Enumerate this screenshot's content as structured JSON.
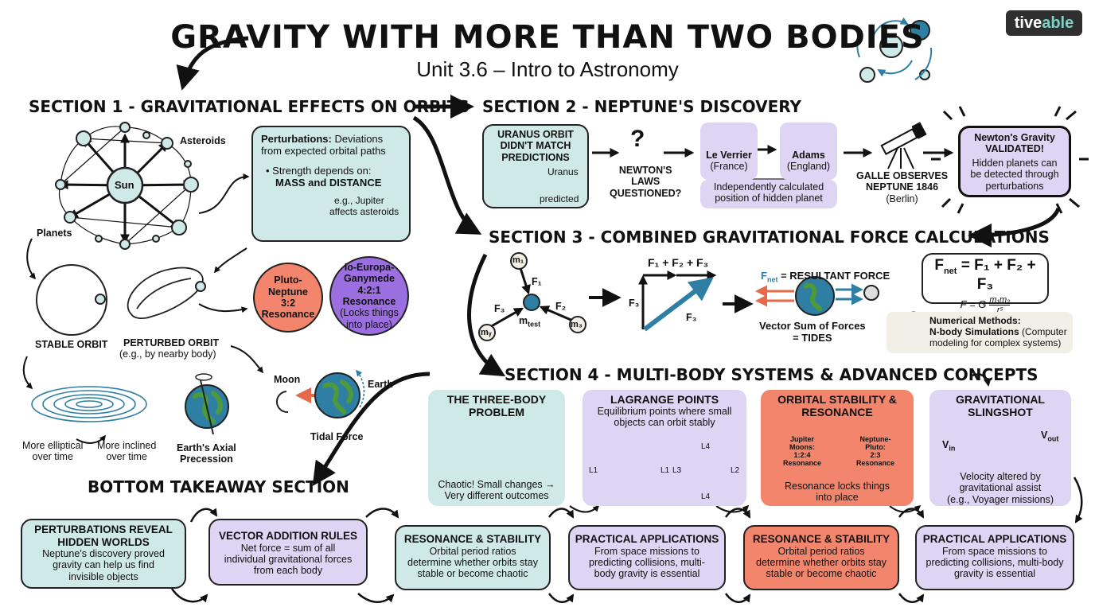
{
  "header": {
    "title": "GRAVITY WITH MORE THAN TWO BODIES",
    "subtitle": "Unit 3.6 – Intro to Astronomy",
    "brand_a": "tive",
    "brand_b": "able"
  },
  "section1": {
    "heading": "SECTION 1 - GRAVITATIONAL EFFECTS ON ORBITS",
    "sun": "Sun",
    "asteroids": "Asteroids",
    "planets": "Planets",
    "perturb_title": "Perturbations:",
    "perturb_text1": "Deviations",
    "perturb_text2": "from expected orbital paths",
    "strength": "• Strength depends on:",
    "mass_distance": "MASS and DISTANCE",
    "jupiter_example1": "e.g., Jupiter",
    "jupiter_example2": "affects asteroids",
    "stable_orbit": "STABLE ORBIT",
    "perturbed_orbit": "PERTURBED ORBIT",
    "perturbed_sub": "(e.g., by nearby body)",
    "pluto1": "Pluto-",
    "pluto2": "Neptune",
    "pluto3": "3:2",
    "pluto4": "Resonance",
    "io1": "Io-Europa-",
    "io2": "Ganymede",
    "io3": "4:2:1 Resonance",
    "io4": "(Locks things",
    "io5": "into place)",
    "elliptical1": "More elliptical",
    "elliptical2": "over time",
    "inclined1": "More inclined",
    "inclined2": "over time",
    "precession1": "Earth's Axial",
    "precession2": "Precession",
    "moon": "Moon",
    "earth": "Earth",
    "tidal": "Tidal Force"
  },
  "section2": {
    "heading": "SECTION 2 - NEPTUNE'S DISCOVERY",
    "uranus1": "URANUS ORBIT",
    "uranus2": "DIDN'T MATCH",
    "uranus3": "PREDICTIONS",
    "uranus_label": "Uranus",
    "predicted_label": "predicted",
    "q_mark": "?",
    "newton1": "NEWTON'S",
    "newton2": "LAWS",
    "newton3": "QUESTIONED?",
    "leverrier": "Le Verrier",
    "france": "(France)",
    "adams": "Adams",
    "england": "(England)",
    "indep1": "Independently calculated",
    "indep2": "position of hidden planet",
    "galle1": "GALLE OBSERVES",
    "galle2": "NEPTUNE 1846",
    "galle3": "(Berlin)",
    "validated1": "Newton's Gravity",
    "validated2": "VALIDATED!",
    "validated3": "Hidden planets can",
    "validated4": "be detected through",
    "validated5": "perturbations"
  },
  "section3": {
    "heading": "SECTION 3 - COMBINED GRAVITATIONAL FORCE CALCULATIONS",
    "m1": "m₁",
    "m2": "m₃",
    "m3": "mᵧ",
    "mtest": "m",
    "mtest_sub": "test",
    "f1": "F₁",
    "f2": "F₂",
    "f3": "F₃",
    "sum_label": "F₁ + F₂ + F₃",
    "f3_left": "F₃",
    "f3_diag": "F₃",
    "fnet_label_a": "F",
    "fnet_label_sub": "net",
    "fnet_label_b": "= RESULTANT FORCE",
    "vector_sum1": "Vector Sum of Forces",
    "vector_sum2": "= TIDES",
    "formula1": "F",
    "formula1_sub": "net",
    "formula1_rest": "= F₁ + F₂ + F₃",
    "formula2": "F = G",
    "formula2_num": "m₁m₂",
    "formula2_den": "rˢ",
    "numerical_title": "Numerical Methods:",
    "numerical_b": "N-body Simulations",
    "numerical_rest1": "(Computer",
    "numerical_rest2": "modeling for complex systems)"
  },
  "section4": {
    "heading": "SECTION 4 - MULTI-BODY SYSTEMS & ADVANCED CONCEPTS",
    "three_title1": "THE THREE-BODY",
    "three_title2": "PROBLEM",
    "three_text1": "Chaotic! Small changes →",
    "three_text2": "Very different outcomes",
    "lagrange_title": "LAGRANGE POINTS",
    "lagrange_text1": "Equilibrium points where small",
    "lagrange_text2": "objects can orbit stably",
    "l1a": "L1",
    "l1b": "L1",
    "l2": "L2",
    "l3": "L3",
    "l4a": "L4",
    "l4b": "L4",
    "stability_title1": "ORBITAL STABILITY &",
    "stability_title2": "RESONANCE",
    "jupiter1": "Jupiter",
    "jupiter2": "Moons:",
    "jupiter3": "1:2:4",
    "jupiter4": "Resonance",
    "np1": "Neptune-",
    "np2": "Pluto:",
    "np3": "2:3",
    "np4": "Resonance",
    "locks1": "Resonance locks things",
    "locks2": "into place",
    "sling_title1": "GRAVITATIONAL",
    "sling_title2": "SLINGSHOT",
    "v_in": "V",
    "v_in_sub": "in",
    "v_out": "V",
    "v_out_sub": "out",
    "sling_text1": "Velocity altered by",
    "sling_text2": "gravitational assist",
    "sling_text3": "(e.g., Voyager missions)"
  },
  "takeaway": {
    "heading": "BOTTOM TAKEAWAY SECTION",
    "cards": [
      {
        "t1": "PERTURBATIONS REVEAL",
        "t2": "HIDDEN WORLDS",
        "b1": "Neptune's discovery proved",
        "b2": "gravity can help us find",
        "b3": "invisible objects"
      },
      {
        "t1": "VECTOR ADDITION RULES",
        "t2": "",
        "b1": "Net force = sum of all",
        "b2": "individual gravitational forces",
        "b3": "from each body"
      },
      {
        "t1": "RESONANCE & STABILITY",
        "t2": "",
        "b1": "Orbital period ratios",
        "b2": "determine whether orbits stay",
        "b3": "stable or become chaotic"
      },
      {
        "t1": "PRACTICAL APPLICATIONS",
        "t2": "",
        "b1": "From space missions to",
        "b2": "predicting collisions, multi-",
        "b3": "body gravity is essential"
      },
      {
        "t1": "RESONANCE & STABILITY",
        "t2": "",
        "b1": "Orbital period ratios",
        "b2": "determine whether orbits stay",
        "b3": "stable or become chaotic"
      },
      {
        "t1": "PRACTICAL APPLICATIONS",
        "t2": "",
        "b1": "From space missions to",
        "b2": "predicting collisions, multi-body",
        "b3": "gravity is essential"
      }
    ]
  }
}
